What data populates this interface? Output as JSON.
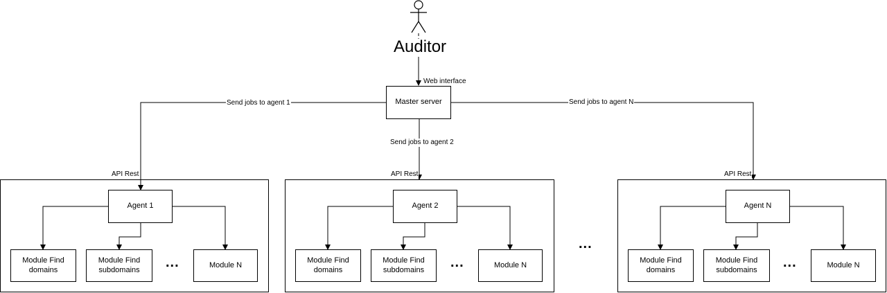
{
  "actor": {
    "label": "Auditor"
  },
  "master": {
    "label": "Master server",
    "interface_label": "Web interface"
  },
  "links": {
    "agent1": "Send jobs to agent 1",
    "agent2": "Send jobs to agent 2",
    "agentN": "Send jobs to agent N"
  },
  "groups": [
    {
      "api_label": "API Rest",
      "agent": "Agent 1",
      "modules": [
        "Module Find domains",
        "Module Find subdomains",
        "Module N"
      ],
      "ellipsis": "..."
    },
    {
      "api_label": "API Rest",
      "agent": "Agent 2",
      "modules": [
        "Module Find domains",
        "Module Find subdomains",
        "Module N"
      ],
      "ellipsis": "..."
    },
    {
      "api_label": "API Rest",
      "agent": "Agent N",
      "modules": [
        "Module Find domains",
        "Module Find subdomains",
        "Module N"
      ],
      "ellipsis": "..."
    }
  ],
  "between_groups_ellipsis": "..."
}
